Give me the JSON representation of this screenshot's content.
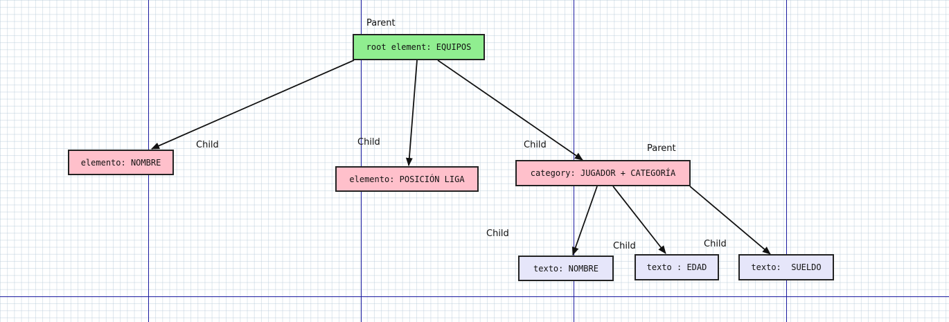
{
  "nodes": {
    "root": "root element: EQUIPOS",
    "nombre": "elemento: NOMBRE",
    "posicion": "elemento: POSICIÓN LIGA",
    "category": "category: JUGADOR + CATEGORÍA",
    "texto_nombre": "texto: NOMBRE",
    "texto_edad": "texto : EDAD",
    "texto_sueldo": "texto:  SUELDO"
  },
  "labels": {
    "parent_root": "Parent",
    "parent_category": "Parent",
    "child_nombre": "Child",
    "child_posicion": "Child",
    "child_category": "Child",
    "child_texto_nombre": "Child",
    "child_texto_edad": "Child",
    "child_texto_sueldo": "Child"
  },
  "colors": {
    "root_fill": "#90ee90",
    "element_fill": "#ffc0cb",
    "text_fill": "#e6e6fa",
    "guide_line": "#1a1aa0"
  }
}
